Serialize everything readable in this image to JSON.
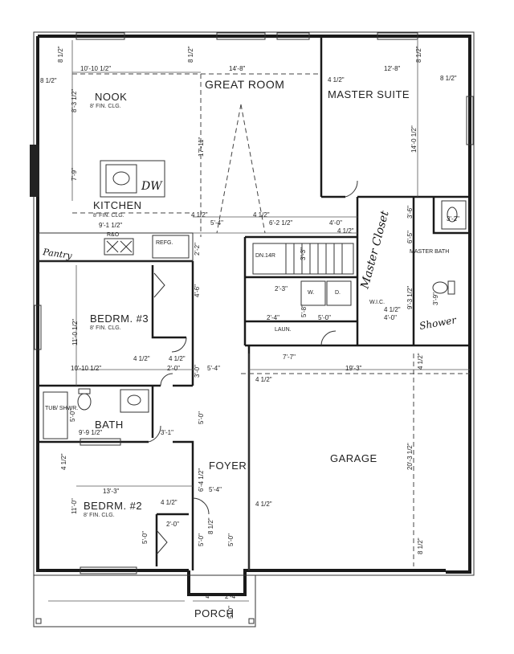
{
  "rooms": {
    "nook": "NOOK",
    "nook_ceiling": "8' FIN. CLG.",
    "great_room": "GREAT ROOM",
    "master_suite": "MASTER SUITE",
    "kitchen": "KITCHEN",
    "kitchen_ceiling": "8' FIN. CLG.",
    "bedroom3": "BEDRM. #3",
    "bedroom3_ceiling": "8' FIN. CLG.",
    "bath": "BATH",
    "garage": "GARAGE",
    "foyer": "FOYER",
    "bedroom2": "BEDRM. #2",
    "bedroom2_ceiling": "8' FIN. CLG.",
    "porch": "PORCH",
    "laundry": "LAUN.",
    "wic": "W.I.C.",
    "master_bath": "MASTER BATH",
    "stairs": "DN.14R"
  },
  "fixtures": {
    "range_oven": "R&O",
    "refrigerator": "REFG.",
    "dishwasher": "DW",
    "washer": "W.",
    "dryer": "D.",
    "tub_shower": "TUB/ SHWR."
  },
  "handwritten": {
    "pantry": "Pantry",
    "master_closet": "Master Closet",
    "shower": "Shower"
  },
  "dimensions": {
    "nook_w": "10'-10 1/2\"",
    "great_w": "14'-8\"",
    "master_w": "12'-8\"",
    "d_8_1_2_a": "8 1/2\"",
    "d_8_1_2_b": "8 1/2\"",
    "d_8_1_2_c": "8 1/2\"",
    "d_8_1_2_d": "8 1/2\"",
    "d_8_1_2_e": "8 1/2\"",
    "d_4_1_2_a": "4 1/2\"",
    "nook_d": "8'-3 1/2\"",
    "master_d": "14'-0 1/2\"",
    "great_d": "17'-11\"",
    "kitchen_d": "7'-9\"",
    "kitchen_w": "9'-1 1/2\"",
    "d_4_1_2_b": "4 1/2\"",
    "d_5_4_a": "5'-4\"",
    "d_4_1_2_c": "4 1/2\"",
    "d_6_2": "6'-2 1/2\"",
    "d_4_0_a": "4'-0\"",
    "d_4_1_2_d": "4 1/2\"",
    "d_3_6": "3'-6\"",
    "d_3_2": "3'-2\"",
    "d_6_5": "6'-5\"",
    "d_2_2": "2'-2\"",
    "d_4_6": "4'-6\"",
    "d_3_3": "3'-3\"",
    "d_2_3": "2'-3\"",
    "d_5_8": "5'-8\"",
    "d_9_3": "9'-3 1/2\"",
    "d_3_9": "3'-9\"",
    "d_4_1_2_e": "4 1/2\"",
    "d_4_0_b": "4'-0\"",
    "d_2_4": "2'-4\"",
    "d_5_0_a": "5'-0\"",
    "bed3_d": "11'-0 1/2\"",
    "d_7_7": "7'-7\"",
    "d_4_1_2_f": "4 1/2\"",
    "d_4_1_2_g": "4 1/2\"",
    "d_2_0_a": "2'-0\"",
    "d_3_0_a": "3'-0\"",
    "bed3_w": "10'-10 1/2\"",
    "d_5_4_b": "5'-4\"",
    "garage_w": "19'-3\"",
    "d_4_1_2_h": "4 1/2\"",
    "d_4_1_2_i": "4 1/2\"",
    "d_5_0_b": "5'-0\"",
    "bath_w": "9'-9 1/2\"",
    "d_3_1": "3'-1\"",
    "d_5_0_c": "5'-0\"",
    "garage_d": "20'-3 1/2\"",
    "d_4_1_2_j": "4 1/2\"",
    "bed2_w": "13'-3\"",
    "d_6_4": "6'-4 1/2\"",
    "d_5_4_c": "5'-4\"",
    "d_4_1_2_k": "4 1/2\"",
    "d_4_1_2_l": "4 1/2\"",
    "bed2_d": "11'-0\"",
    "d_2_0_b": "2'-0\"",
    "d_5_0_d": "5'-0\"",
    "d_5_0_e": "5'-0\"",
    "d_8_1_2_f": "8 1/2\"",
    "d_8_1_2_g": "8 1/2\"",
    "d_5_0_f": "5'-0\"",
    "d_4_porch": "4'",
    "d_2_4_porch": "2'-4\"",
    "d_5_0_porch": "5'-0\""
  }
}
